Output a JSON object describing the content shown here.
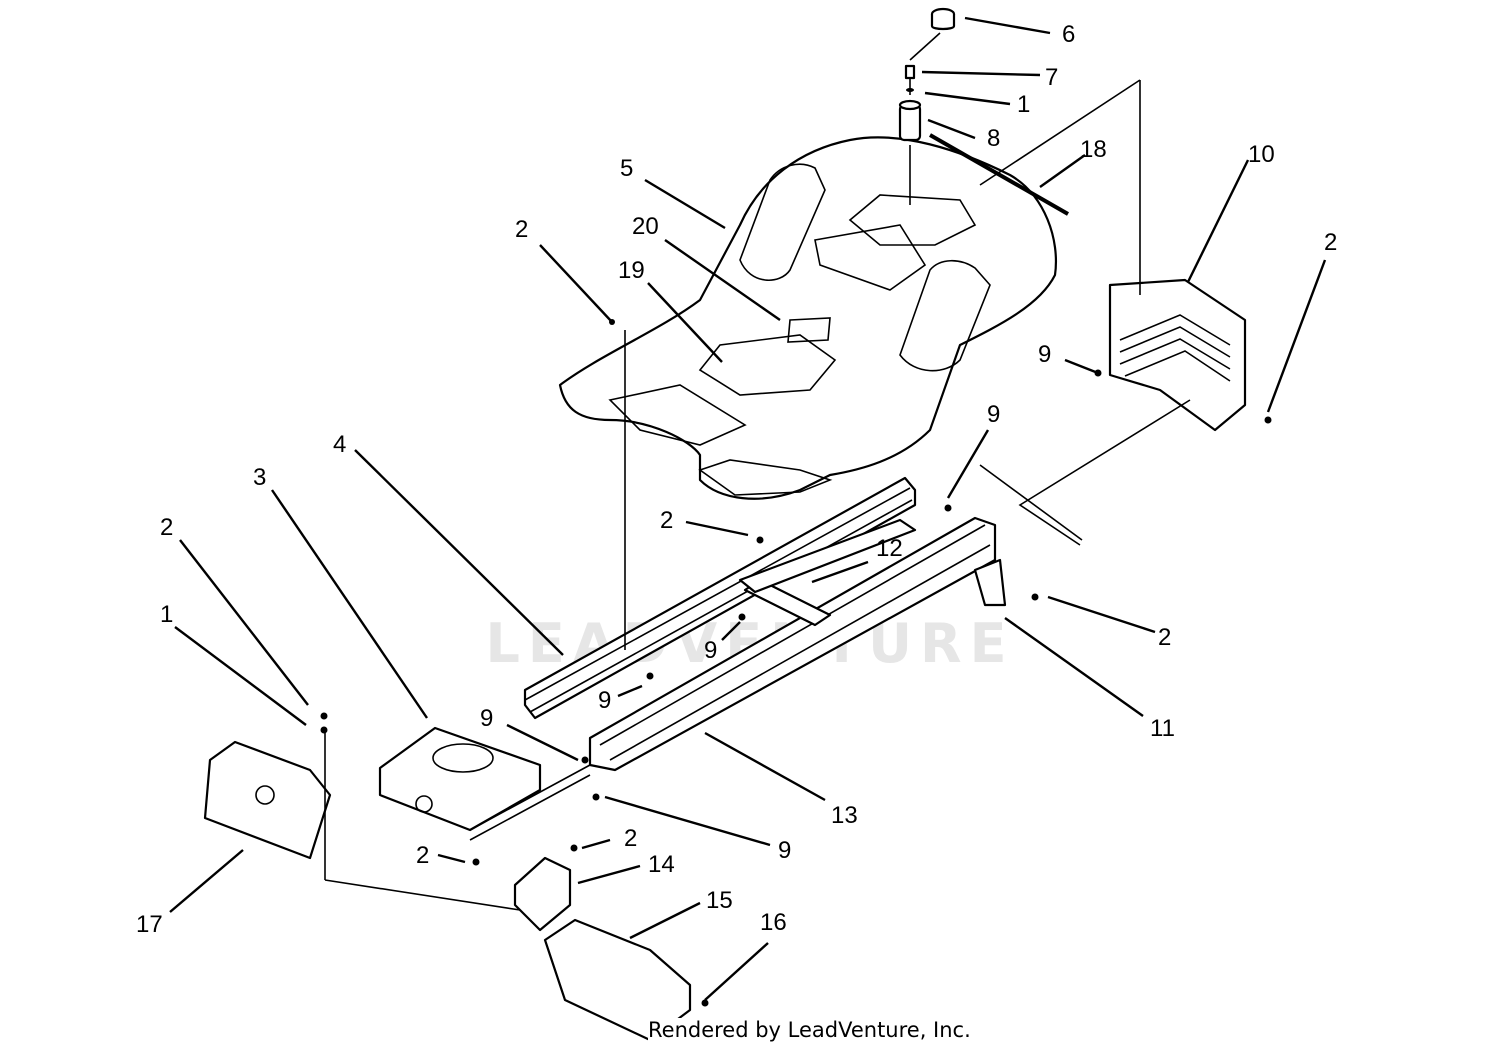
{
  "watermark": "LEADVENTURE",
  "credit": "Rendered by LeadVenture, Inc.",
  "callouts": [
    {
      "id": "c6",
      "text": "6"
    },
    {
      "id": "c7",
      "text": "7"
    },
    {
      "id": "c1a",
      "text": "1"
    },
    {
      "id": "c8",
      "text": "8"
    },
    {
      "id": "c18",
      "text": "18"
    },
    {
      "id": "c10",
      "text": "10"
    },
    {
      "id": "c5",
      "text": "5"
    },
    {
      "id": "c2a",
      "text": "2"
    },
    {
      "id": "c20",
      "text": "20"
    },
    {
      "id": "c19",
      "text": "19"
    },
    {
      "id": "c2b",
      "text": "2"
    },
    {
      "id": "c9a",
      "text": "9"
    },
    {
      "id": "c9b",
      "text": "9"
    },
    {
      "id": "c4",
      "text": "4"
    },
    {
      "id": "c3",
      "text": "3"
    },
    {
      "id": "c2c",
      "text": "2"
    },
    {
      "id": "c12",
      "text": "12"
    },
    {
      "id": "c2d",
      "text": "2"
    },
    {
      "id": "c1b",
      "text": "1"
    },
    {
      "id": "c9c",
      "text": "9"
    },
    {
      "id": "c2e",
      "text": "2"
    },
    {
      "id": "c9d",
      "text": "9"
    },
    {
      "id": "c11",
      "text": "11"
    },
    {
      "id": "c9e",
      "text": "9"
    },
    {
      "id": "c13",
      "text": "13"
    },
    {
      "id": "c2f",
      "text": "2"
    },
    {
      "id": "c2g",
      "text": "2"
    },
    {
      "id": "c9f",
      "text": "9"
    },
    {
      "id": "c14",
      "text": "14"
    },
    {
      "id": "c17",
      "text": "17"
    },
    {
      "id": "c15",
      "text": "15"
    },
    {
      "id": "c16",
      "text": "16"
    }
  ]
}
